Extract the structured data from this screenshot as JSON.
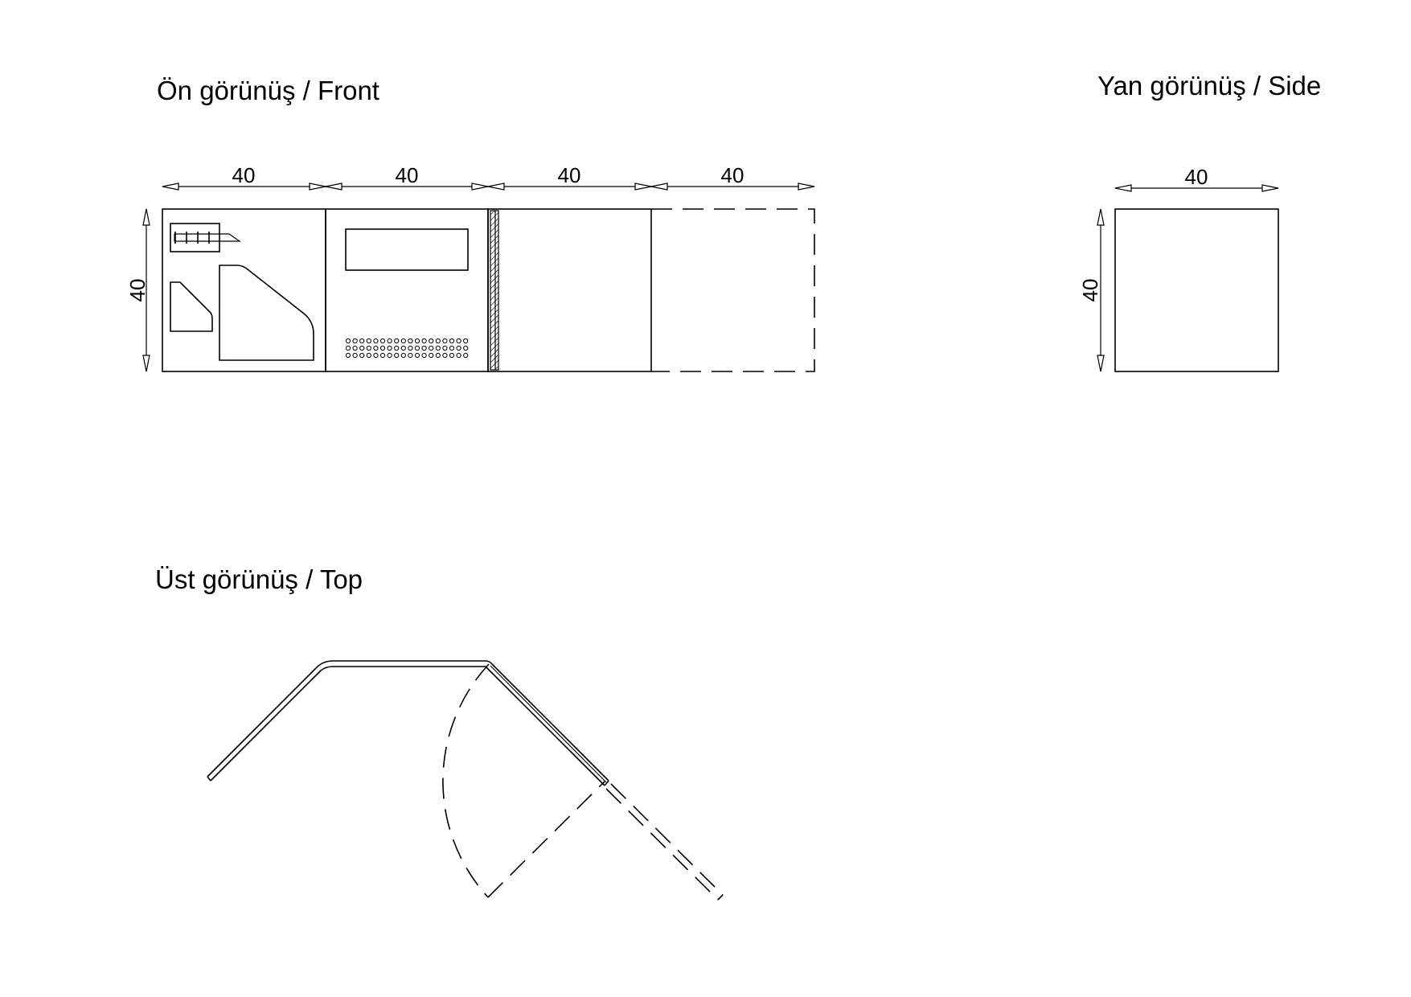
{
  "titles": {
    "front": "Ön görünüş / Front",
    "side": "Yan görünüş / Side",
    "top": "Üst görünüş / Top"
  },
  "front_view": {
    "module_widths": [
      "40",
      "40",
      "40",
      "40"
    ],
    "height": "40",
    "modules": [
      {
        "content": "organizer panel with hook rail and file holders",
        "style": "solid"
      },
      {
        "content": "panel with display window and perforated grid",
        "style": "solid"
      },
      {
        "content": "plain panel with hatched hinge strip",
        "style": "solid"
      },
      {
        "content": "optional extension module",
        "style": "dashed"
      }
    ]
  },
  "side_view": {
    "width": "40",
    "height": "40"
  },
  "colors": {
    "line": "#000000",
    "background": "#ffffff"
  }
}
